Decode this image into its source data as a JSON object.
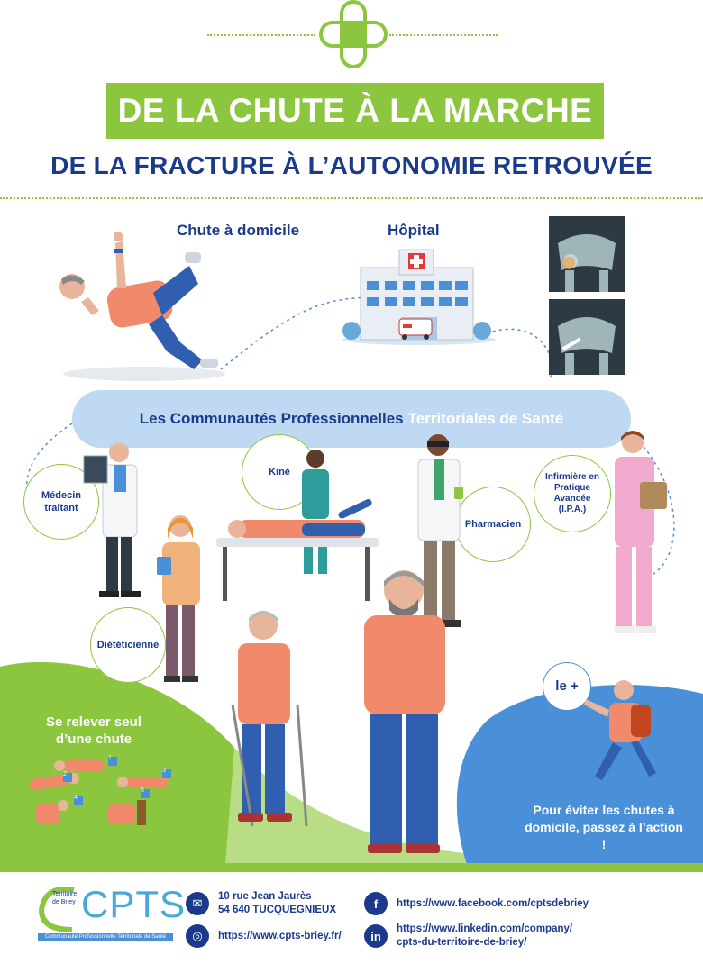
{
  "title": "DE LA CHUTE À LA MARCHE",
  "subtitle": "DE LA FRACTURE À L’AUTONOMIE RETROUVÉE",
  "steps": {
    "fall": "Chute à domicile",
    "hospital": "Hôpital"
  },
  "cpts_band": {
    "part1": "Les Communautés Professionnelles",
    "part2": "Territoriales de Santé"
  },
  "professionals": {
    "medecin": "Médecin traitant",
    "kine": "Kiné",
    "pharmacien": "Pharmacien",
    "infirmiere": "Infirmière en Pratique Avancée (I.P.A.)",
    "dieteticienne": "Diététicienne"
  },
  "relever": {
    "title": "Se relever seul d’une chute",
    "steps": [
      "1",
      "2",
      "3",
      "4",
      "5"
    ]
  },
  "bonus": {
    "badge": "le +",
    "text": "Pour éviter les chutes à domicile, passez à l’action !"
  },
  "logo": {
    "letters": "CPTS",
    "small": "Territoire de Briey",
    "tagline": "Communauté Professionnelle Territoriale de Santé"
  },
  "footer": {
    "address_line1": "10 rue Jean Jaurès",
    "address_line2": "54 640 TUCQUEGNIEUX",
    "website": "https://www.cpts-briey.fr/",
    "facebook": "https://www.facebook.com/cptsdebriey",
    "linkedin_line1": "https://www.linkedin.com/company/",
    "linkedin_line2": "cpts-du-territoire-de-briey/"
  },
  "colors": {
    "green": "#8cc63f",
    "navy": "#1b3a8c",
    "light_blue": "#bfd9f2",
    "blue_blob": "#4a90d9"
  }
}
